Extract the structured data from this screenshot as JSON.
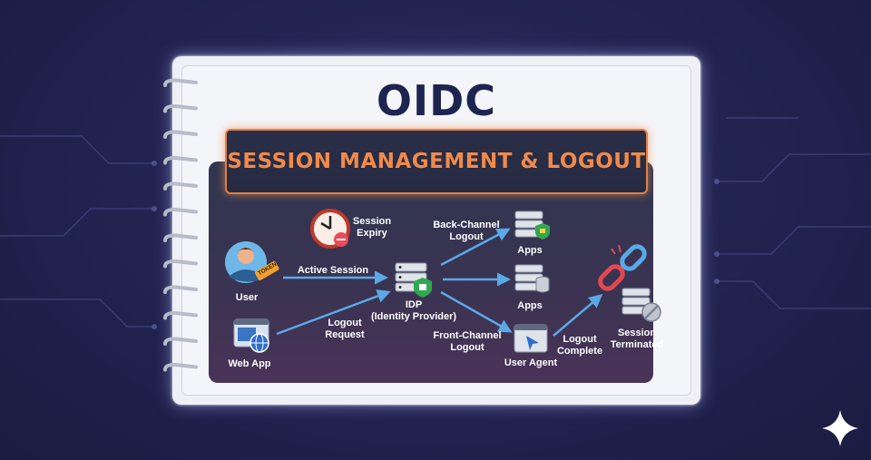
{
  "title": "OIDC",
  "subtitle": "SESSION MANAGEMENT & LOGOUT",
  "nodes": {
    "user": {
      "label": "User",
      "badge": "TOKEN"
    },
    "web_app": {
      "label": "Web App"
    },
    "idp": {
      "label_line1": "IDP",
      "label_line2": "(Identity Provider)"
    },
    "apps_top": {
      "label": "Apps"
    },
    "apps_mid": {
      "label": "Apps"
    },
    "user_agent": {
      "label": "User Agent"
    },
    "session_expiry": {
      "label_line1": "Session",
      "label_line2": "Expiry"
    },
    "session_terminated": {
      "label_line1": "Session",
      "label_line2": "Terminated"
    }
  },
  "edges": {
    "active_session": {
      "label": "Active Session"
    },
    "logout_request": {
      "label_line1": "Logout",
      "label_line2": "Request"
    },
    "back_channel": {
      "label_line1": "Back-Channel",
      "label_line2": "Logout"
    },
    "front_channel": {
      "label_line1": "Front-Channel",
      "label_line2": "Logout"
    },
    "logout_complete": {
      "label_line1": "Logout",
      "label_line2": "Complete"
    }
  },
  "colors": {
    "title": "#1e2450",
    "accent_orange": "#f08a4b",
    "arrow_blue": "#5aa9e6",
    "shield_green": "#2fa84f",
    "panel": "#2f3650"
  }
}
